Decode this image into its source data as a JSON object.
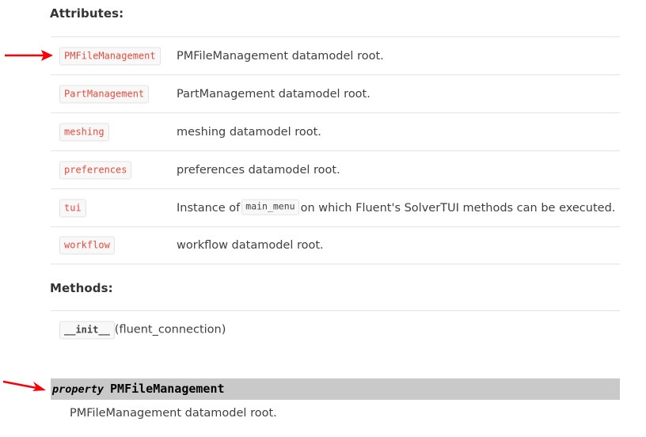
{
  "sections": {
    "attributes": {
      "heading": "Attributes:",
      "rows": [
        {
          "name": "PMFileManagement",
          "desc": "PMFileManagement datamodel root."
        },
        {
          "name": "PartManagement",
          "desc": "PartManagement datamodel root."
        },
        {
          "name": "meshing",
          "desc": "meshing datamodel root."
        },
        {
          "name": "preferences",
          "desc": "preferences datamodel root."
        },
        {
          "name": "tui",
          "desc_before": "Instance of",
          "desc_code": "main_menu",
          "desc_after": "on which Fluent's SolverTUI methods can be executed."
        },
        {
          "name": "workflow",
          "desc": "workflow datamodel root."
        }
      ]
    },
    "methods": {
      "heading": "Methods:",
      "rows": [
        {
          "name": "__init__",
          "signature": "(fluent_connection)"
        }
      ]
    }
  },
  "property_block": {
    "keyword": "property",
    "name": "PMFileManagement",
    "description": "PMFileManagement datamodel root."
  },
  "annotations": {
    "arrow_color": "#fb0007",
    "arrow_attribute_target": "PMFileManagement",
    "arrow_property_target": "property PMFileManagement"
  },
  "colors": {
    "text": "#404040",
    "heading": "#333333",
    "divider": "#e1e4e5",
    "code_bg": "#f8f8f8",
    "code_border": "#e1e4e5",
    "code_text": "#e74c3c",
    "property_bar_bg": "#c9c9c9",
    "page_bg": "#ffffff"
  }
}
